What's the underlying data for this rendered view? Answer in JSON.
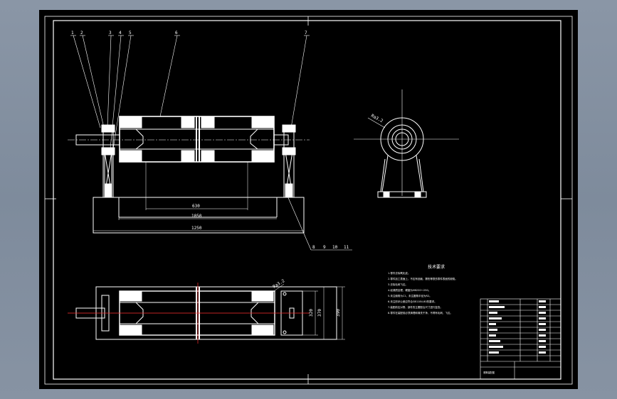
{
  "drawing": {
    "balloons_top": [
      "1",
      "2",
      "3",
      "4",
      "5",
      "6",
      "7"
    ],
    "balloons_bottom": [
      "8",
      "9",
      "10",
      "11"
    ],
    "dim_labels": [
      "630",
      "1050",
      "1250"
    ],
    "plan_dim_labels": [
      "320",
      "370",
      "390"
    ],
    "roughness_front": "Ra3.2",
    "roughness_plan": "Ra3.2",
    "notes_title": "技术要求",
    "notes": [
      "1.零件去除氧化皮。",
      "2.零件加工表面上，不应有划痕、擦伤等损伤零件表面的缺陷。",
      "3.去除毛刺飞边。",
      "4.经调质处理，硬度为HB220～250。",
      "5.未注倒角为C1，未注圆角半径为R2。",
      "6.未注形状公差应符合GB1184-80的要求。",
      "7.装配前应对零、部件的主要配合尺寸进行复查。",
      "8.零件在装配前必须清理和清洗干净，不得有毛刺、飞边。"
    ],
    "title_block_label": "滚筒装配图"
  }
}
